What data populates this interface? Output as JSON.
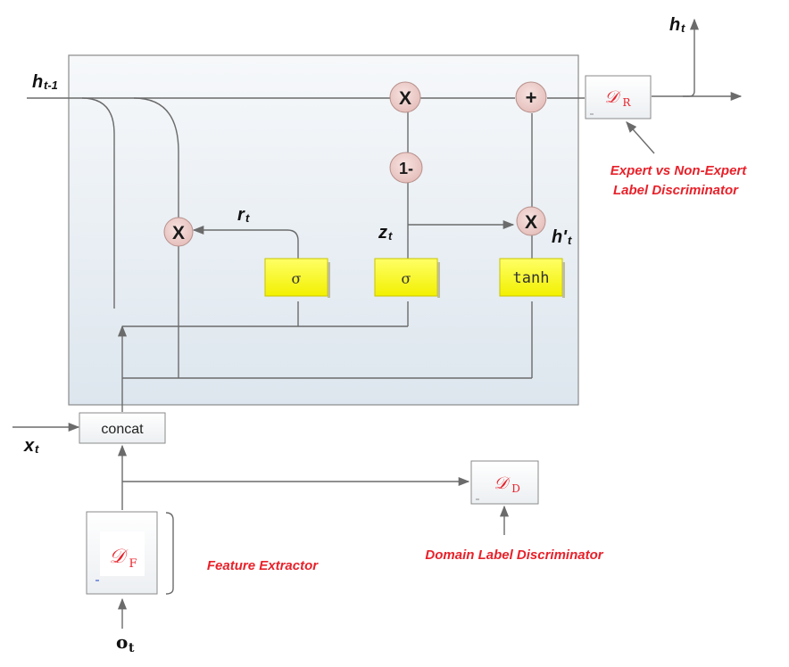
{
  "labels": {
    "h_prev": "h",
    "h_prev_sub": "t-1",
    "h_out": "h",
    "h_out_sub": "t",
    "x_in": "x",
    "x_in_sub": "t",
    "r_gate": "r",
    "r_gate_sub": "t",
    "z_gate": "z",
    "z_gate_sub": "t",
    "h_cand": "h'",
    "h_cand_sub": "t",
    "o_in": "o",
    "o_in_sub": "t"
  },
  "ops": {
    "mult": "X",
    "plus": "+",
    "one_minus": "1-"
  },
  "gates": {
    "sigma_r": "σ",
    "sigma_z": "σ",
    "tanh": "tanh"
  },
  "concat_label": "concat",
  "discriminators": {
    "dr_symbol": "𝒟",
    "dr_sub": "R",
    "dd_symbol": "𝒟",
    "dd_sub": "D",
    "df_symbol": "𝒟",
    "df_sub": "F"
  },
  "annotations": {
    "expert_line1": "Expert vs Non-Expert",
    "expert_line2": "Label  Discriminator",
    "domain": "Domain Label  Discriminator",
    "feature": "Feature Extractor"
  },
  "colors": {
    "annotation_red": "#e8212a",
    "op_fill": "#f1d2d0",
    "gate_fill": "#ffff3a",
    "panel_top": "#f6f8fa",
    "panel_bottom": "#dfe7ee",
    "line": "#6b6b6b"
  }
}
